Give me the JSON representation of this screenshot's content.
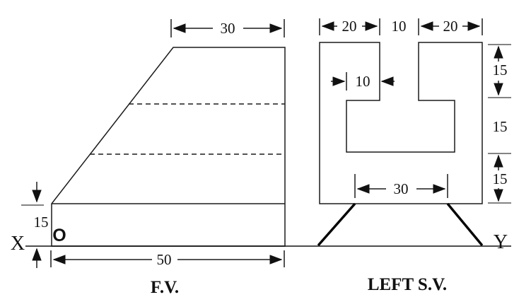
{
  "colors": {
    "line": "#1b1b1b",
    "background": "#ffffff"
  },
  "axis": {
    "x": "X",
    "y": "Y",
    "origin": "O"
  },
  "front_view": {
    "caption": "F.V.",
    "dim_top_width": "30",
    "dim_base_height": "15",
    "dim_total_width": "50"
  },
  "side_view": {
    "caption": "LEFT S.V.",
    "dim_top_left": "20",
    "dim_top_gap": "10",
    "dim_top_right": "20",
    "dim_shoulder": "10",
    "dim_right_upper": "15",
    "dim_right_middle": "15",
    "dim_right_lower": "15",
    "dim_slot_width": "30"
  }
}
